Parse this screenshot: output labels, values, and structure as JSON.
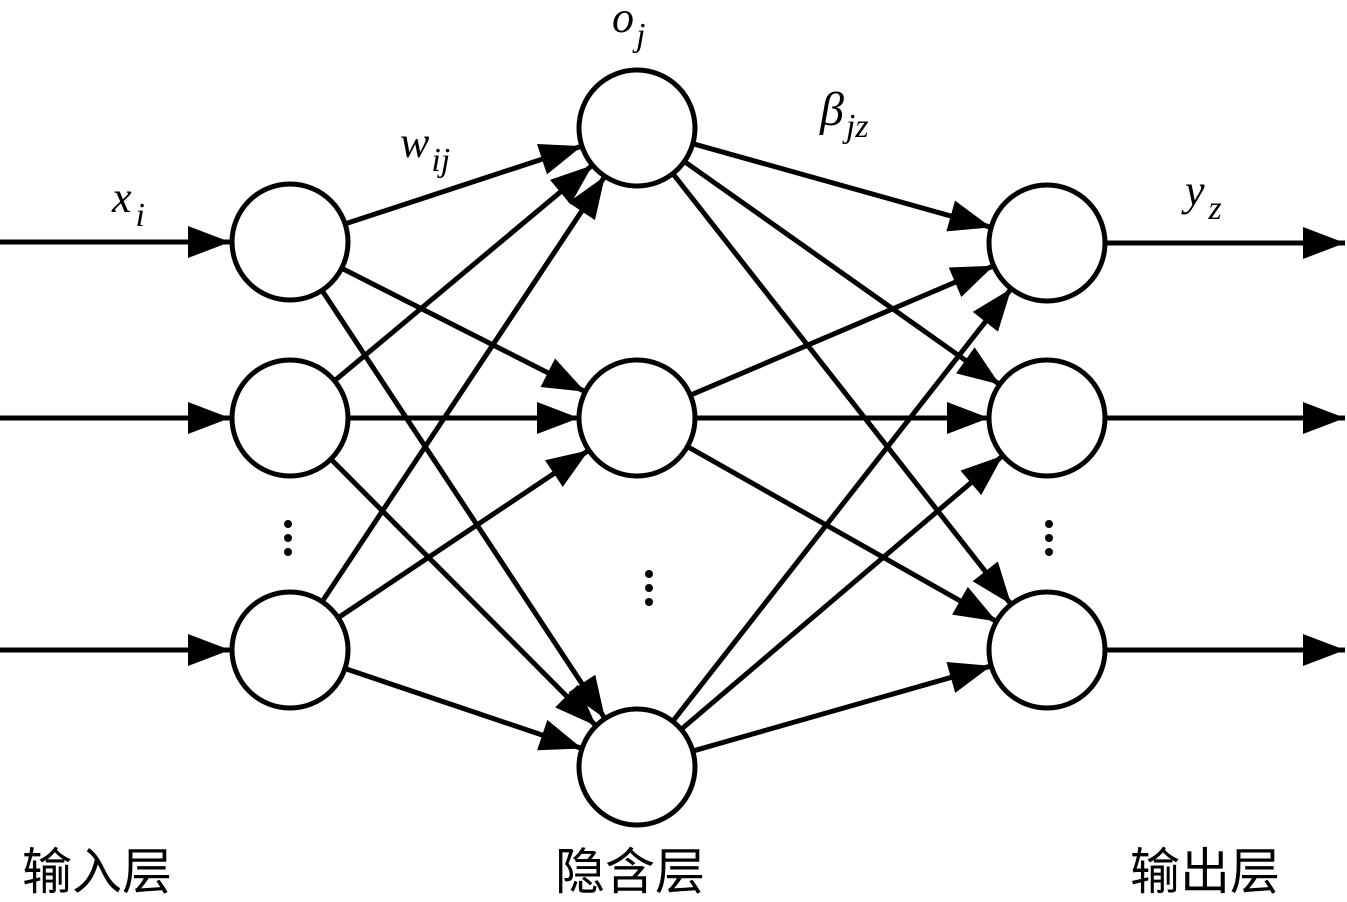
{
  "diagram": {
    "title": "Three-layer neural network",
    "layers": [
      {
        "id": "input",
        "label": "输入层",
        "nodes": 3,
        "ellipsis_between": [
          1,
          2
        ]
      },
      {
        "id": "hidden",
        "label": "隐含层",
        "nodes": 3,
        "ellipsis_between": [
          1,
          2
        ]
      },
      {
        "id": "output",
        "label": "输出层",
        "nodes": 3,
        "ellipsis_between": [
          1,
          2
        ]
      }
    ],
    "symbols": {
      "input": {
        "base": "x",
        "sub": "i"
      },
      "input_weight": {
        "base": "w",
        "sub": "ij"
      },
      "hidden_output": {
        "base": "o",
        "sub": "j"
      },
      "output_weight": {
        "base": "β",
        "sub": "jz"
      },
      "output": {
        "base": "y",
        "sub": "z"
      }
    },
    "connections": "fully-connected",
    "colors": {
      "stroke": "#000000",
      "background": "#ffffff"
    }
  }
}
